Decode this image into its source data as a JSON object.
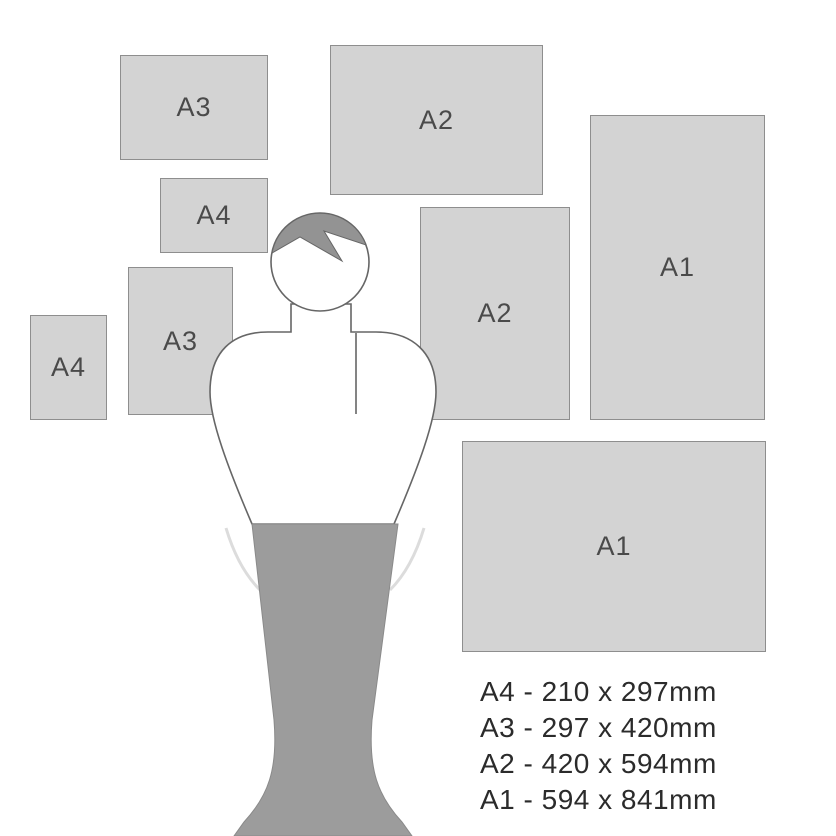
{
  "papers": [
    {
      "orientation": "landscape",
      "label": "A3"
    },
    {
      "orientation": "landscape",
      "label": "A2"
    },
    {
      "orientation": "landscape",
      "label": "A4"
    },
    {
      "orientation": "portrait",
      "label": "A3"
    },
    {
      "orientation": "portrait",
      "label": "A4"
    },
    {
      "orientation": "portrait",
      "label": "A2"
    },
    {
      "orientation": "portrait",
      "label": "A1"
    },
    {
      "orientation": "landscape",
      "label": "A1"
    }
  ],
  "legend": {
    "lines": [
      "A4 - 210 x 297mm",
      "A3 - 297 x 420mm",
      "A2 - 420 x 594mm",
      "A1 - 594 x 841mm"
    ]
  },
  "colors": {
    "background": "#ffffff",
    "paper_fill": "#d3d3d3",
    "paper_border": "#8e8e8e",
    "label_text": "#4a4a4a",
    "legend_text": "#2b2b2b",
    "figure_outline": "#666666",
    "figure_hair": "#939393",
    "figure_skirt": "#9c9c9c",
    "figure_shirt": "#ffffff",
    "hip_line": "#dcdcdc"
  }
}
